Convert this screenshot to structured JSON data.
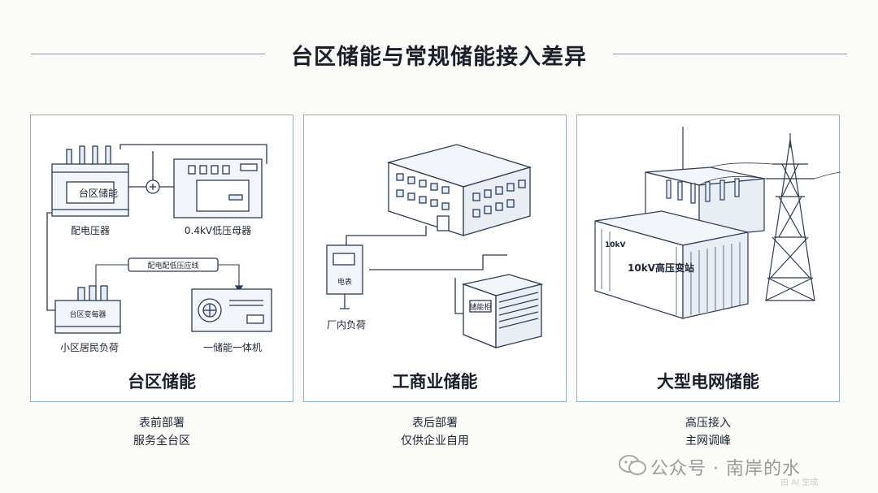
{
  "title": "台区储能与常规储能接入差异",
  "panels": [
    {
      "title": "台区储能",
      "labels": {
        "storage_box": "台区储能",
        "transformer": "配电压器",
        "busbar": "0.4kV低压母器",
        "lv_line": "配电配低压应线",
        "small_transformer": "台区变每器",
        "residential": "小区居民负荷",
        "integrated_unit": "一储能一体机"
      },
      "captions": [
        "表前部署",
        "服务全台区"
      ]
    },
    {
      "title": "工商业储能",
      "labels": {
        "meter": "电表",
        "factory_load": "厂内负荷",
        "cabinet": "储能柜"
      },
      "captions": [
        "表后部署",
        "仅供企业自用"
      ]
    },
    {
      "title": "大型电网储能",
      "labels": {
        "container_small": "10kV",
        "container_big": "10kV高压变站"
      },
      "captions": [
        "高压接入",
        "主网调峰"
      ]
    }
  ],
  "watermark": {
    "text": "公众号 · 南岸的水",
    "tag": "由 AI 生成"
  },
  "colors": {
    "line": "#2d3a55",
    "panel_border": "#8fb0d3",
    "accent": "#3a78c2",
    "fill_blue": "#e4eef9"
  }
}
